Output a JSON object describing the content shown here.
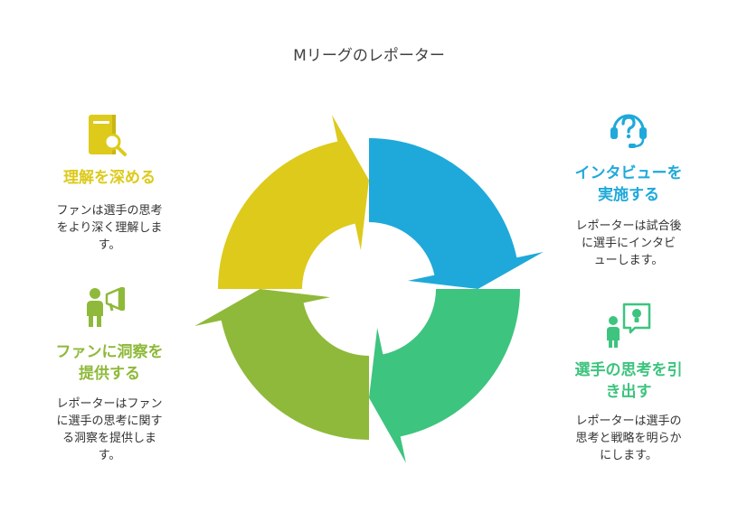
{
  "title": "Mリーグのレポーター",
  "colors": {
    "yellow": "#DDCA1B",
    "blue": "#1FA9DA",
    "teal": "#3DC47E",
    "lime": "#8FB93A"
  },
  "steps": [
    {
      "heading_line1": "インタビューを",
      "heading_line2": "実施する",
      "desc_line1": "レポーターは試合後",
      "desc_line2": "に選手にインタビ",
      "desc_line3": "ューします。",
      "icon": "question-headset-icon",
      "color": "#1FA9DA"
    },
    {
      "heading_line1": "選手の思考を引",
      "heading_line2": "き出す",
      "desc_line1": "レポーターは選手の",
      "desc_line2": "思考と戦略を明らか",
      "desc_line3": "にします。",
      "icon": "speech-lightbulb-icon",
      "color": "#3DC47E"
    },
    {
      "heading_line1": "ファンに洞察を",
      "heading_line2": "提供する",
      "desc_line1": "レポーターはファン",
      "desc_line2": "に選手の思考に関す",
      "desc_line3": "る洞察を提供しま",
      "desc_line4": "す。",
      "icon": "megaphone-person-icon",
      "color": "#8FB93A"
    },
    {
      "heading_line1": "理解を深める",
      "desc_line1": "ファンは選手の思考",
      "desc_line2": "をより深く理解しま",
      "desc_line3": "す。",
      "icon": "book-search-icon",
      "color": "#DDCA1B"
    }
  ]
}
